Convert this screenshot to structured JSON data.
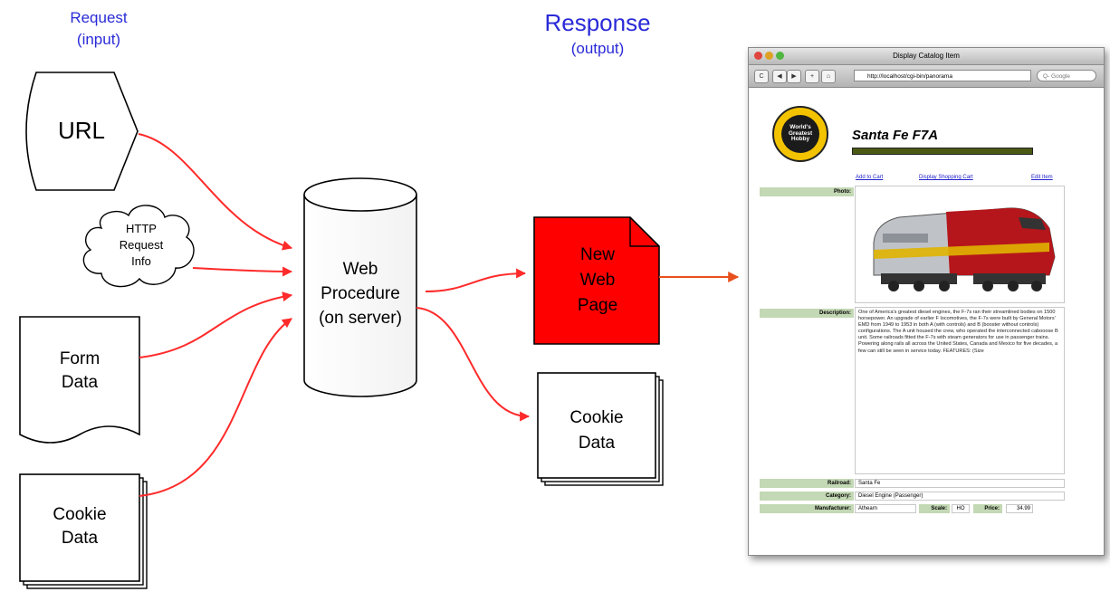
{
  "headers": {
    "request_title": "Request",
    "request_sub": "(input)",
    "response_title": "Response",
    "response_sub": "(output)"
  },
  "inputs": {
    "url": "URL",
    "http_line1": "HTTP",
    "http_line2": "Request",
    "http_line3": "Info",
    "form_line1": "Form",
    "form_line2": "Data",
    "cookie_line1": "Cookie",
    "cookie_line2": "Data"
  },
  "procedure": {
    "line1": "Web",
    "line2": "Procedure",
    "line3": "(on server)"
  },
  "outputs": {
    "page_line1": "New",
    "page_line2": "Web",
    "page_line3": "Page",
    "cookie_line1": "Cookie",
    "cookie_line2": "Data"
  },
  "colors": {
    "arrow": "#ff2a2a",
    "new_page_fill": "#ff0000",
    "response_arrow": "#e8501c",
    "header_text": "#2a2ad8",
    "label_bg": "#c3d8b4"
  },
  "browser": {
    "window_title": "Display Catalog Item",
    "url": "http://localhost/cgi-bin/panorama",
    "search_placeholder": "Q- Google",
    "logo_text": "World's Greatest Hobby",
    "product_title": "Santa Fe F7A",
    "links": [
      "Add to Cart",
      "Display Shopping Cart",
      "Edit Item"
    ],
    "photo_label": "Photo:",
    "description_label": "Description:",
    "description": "One of America's greatest diesel engines, the F-7s ran their streamlined bodies on 1500 horsepower. An upgrade of earlier F locomotives, the F-7s were built by General Motors' EMD from 1949 to 1953 in both A (with controls) and B (booster without controls) configurations. The A unit housed the crew, who operated the interconnected cabooose B unit. Some railroads fitted the F-7s with steam generators for use in passenger trains. Powering along rails all across the United States, Canada and Mexico for five decades, a few can still be seen in service today. FEATURES: (Size",
    "railroad_label": "Railroad:",
    "railroad_value": "Santa Fe",
    "category_label": "Category:",
    "category_value": "Diesel Engine (Passenger)",
    "manufacturer_label": "Manufacturer:",
    "manufacturer_value": "Athearn",
    "scale_label": "Scale:",
    "scale_value": "HO",
    "price_label": "Price:",
    "price_value": "34.99"
  }
}
